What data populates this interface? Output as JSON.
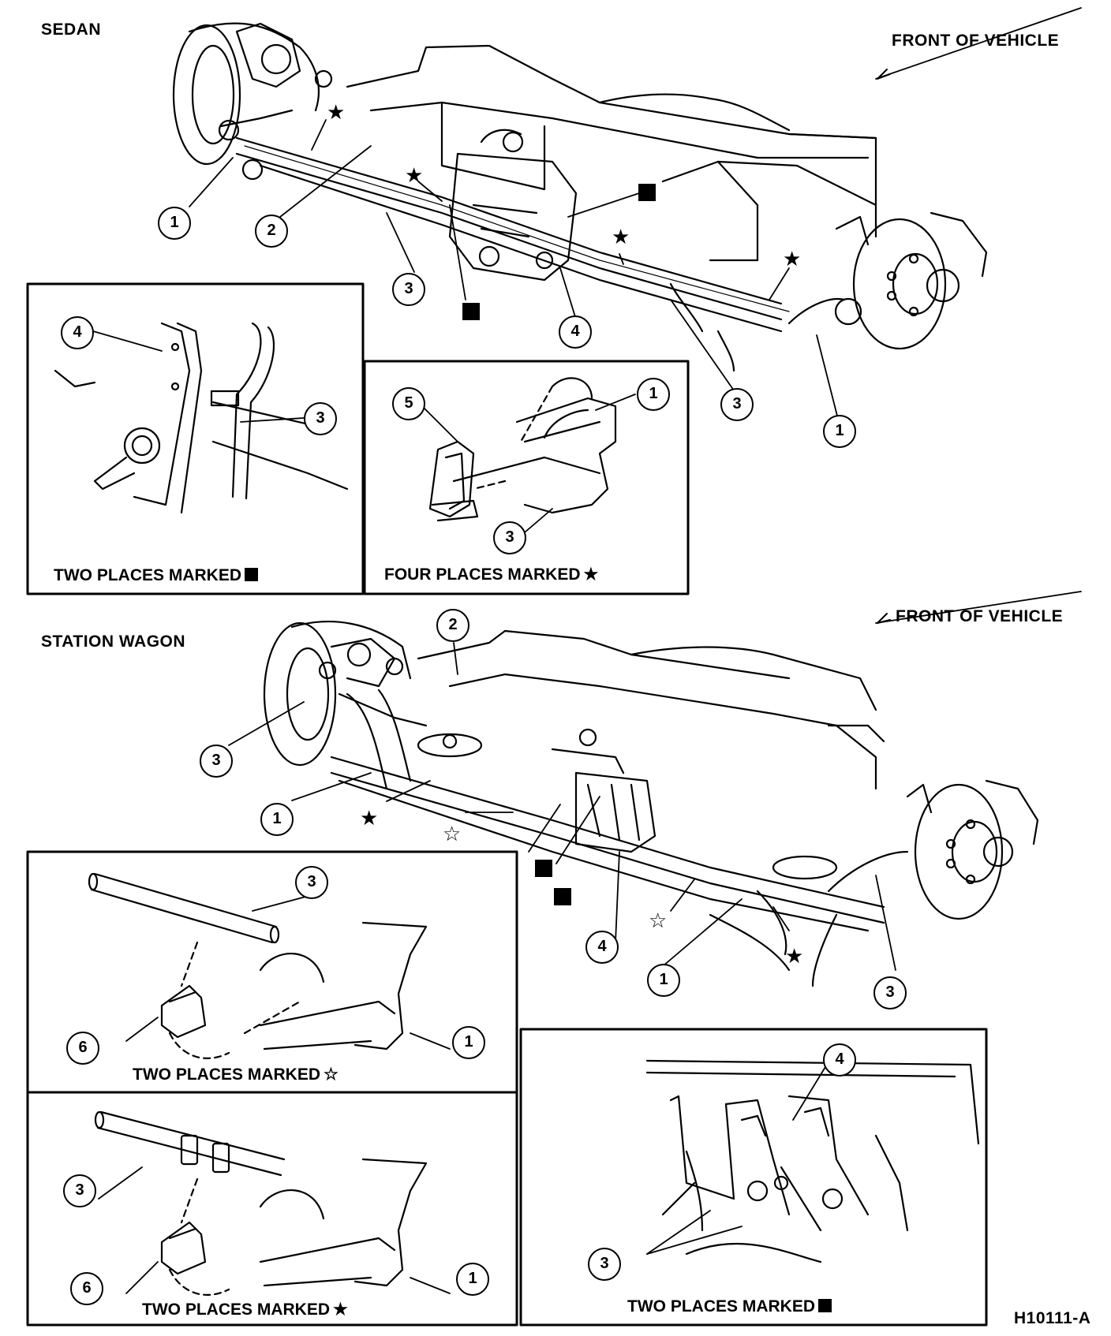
{
  "sedan_label": "SEDAN",
  "wagon_label": "STATION WAGON",
  "front_of_vehicle_sedan": "FRONT OF VEHICLE",
  "front_of_vehicle_wagon": "FRONT OF VEHICLE",
  "insets": {
    "sedan_left_caption": "TWO PLACES MARKED",
    "sedan_right_caption": "FOUR PLACES MARKED",
    "wagon_hollow_star_caption": "TWO PLACES MARKED",
    "wagon_solid_star_caption": "TWO PLACES MARKED",
    "wagon_square_caption": "TWO PLACES MARKED"
  },
  "symbols": {
    "solid_star": "★",
    "hollow_star": "☆"
  },
  "callouts": {
    "one": "1",
    "two": "2",
    "three": "3",
    "four": "4",
    "five": "5",
    "six": "6"
  },
  "figure_id": "H10111-A"
}
